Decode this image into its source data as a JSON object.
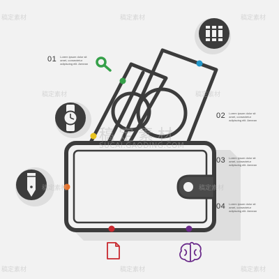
{
  "steps": [
    {
      "num": "01",
      "lines": [
        "Lorem ipsum dolor sit",
        "amet, consectetur",
        "adipiscing elit. Aenean"
      ]
    },
    {
      "num": "02",
      "lines": [
        "Lorem ipsum dolor sit",
        "amet, consectetur",
        "adipiscing elit. Aenean"
      ]
    },
    {
      "num": "03",
      "lines": [
        "Lorem ipsum dolor sit",
        "amet, consectetur",
        "adipiscing elit. Aenean"
      ]
    },
    {
      "num": "04",
      "lines": [
        "Lorem ipsum dolor sit",
        "amet, consectetur",
        "adipiscing elit. Aenean"
      ]
    }
  ],
  "watermark": {
    "brand": "稿定素材",
    "site": "SUCAI.GAODING.COM"
  },
  "colors": {
    "background": "#f2f2f2",
    "outline": "#3c3c3c",
    "shape_fill": "#4a4a4a",
    "shadow": "#dcdcdc",
    "accent_green": "#35a049",
    "accent_blue": "#2196c9",
    "accent_yellow": "#e8c31f",
    "accent_orange": "#e8722a",
    "accent_red": "#c8282e",
    "accent_purple": "#6a2a8a"
  },
  "icons": [
    "binders-icon",
    "magnifier-icon",
    "wristwatch-icon",
    "pencil-icon",
    "document-icon",
    "brain-icon",
    "wallet-icon",
    "banknotes-icon"
  ]
}
